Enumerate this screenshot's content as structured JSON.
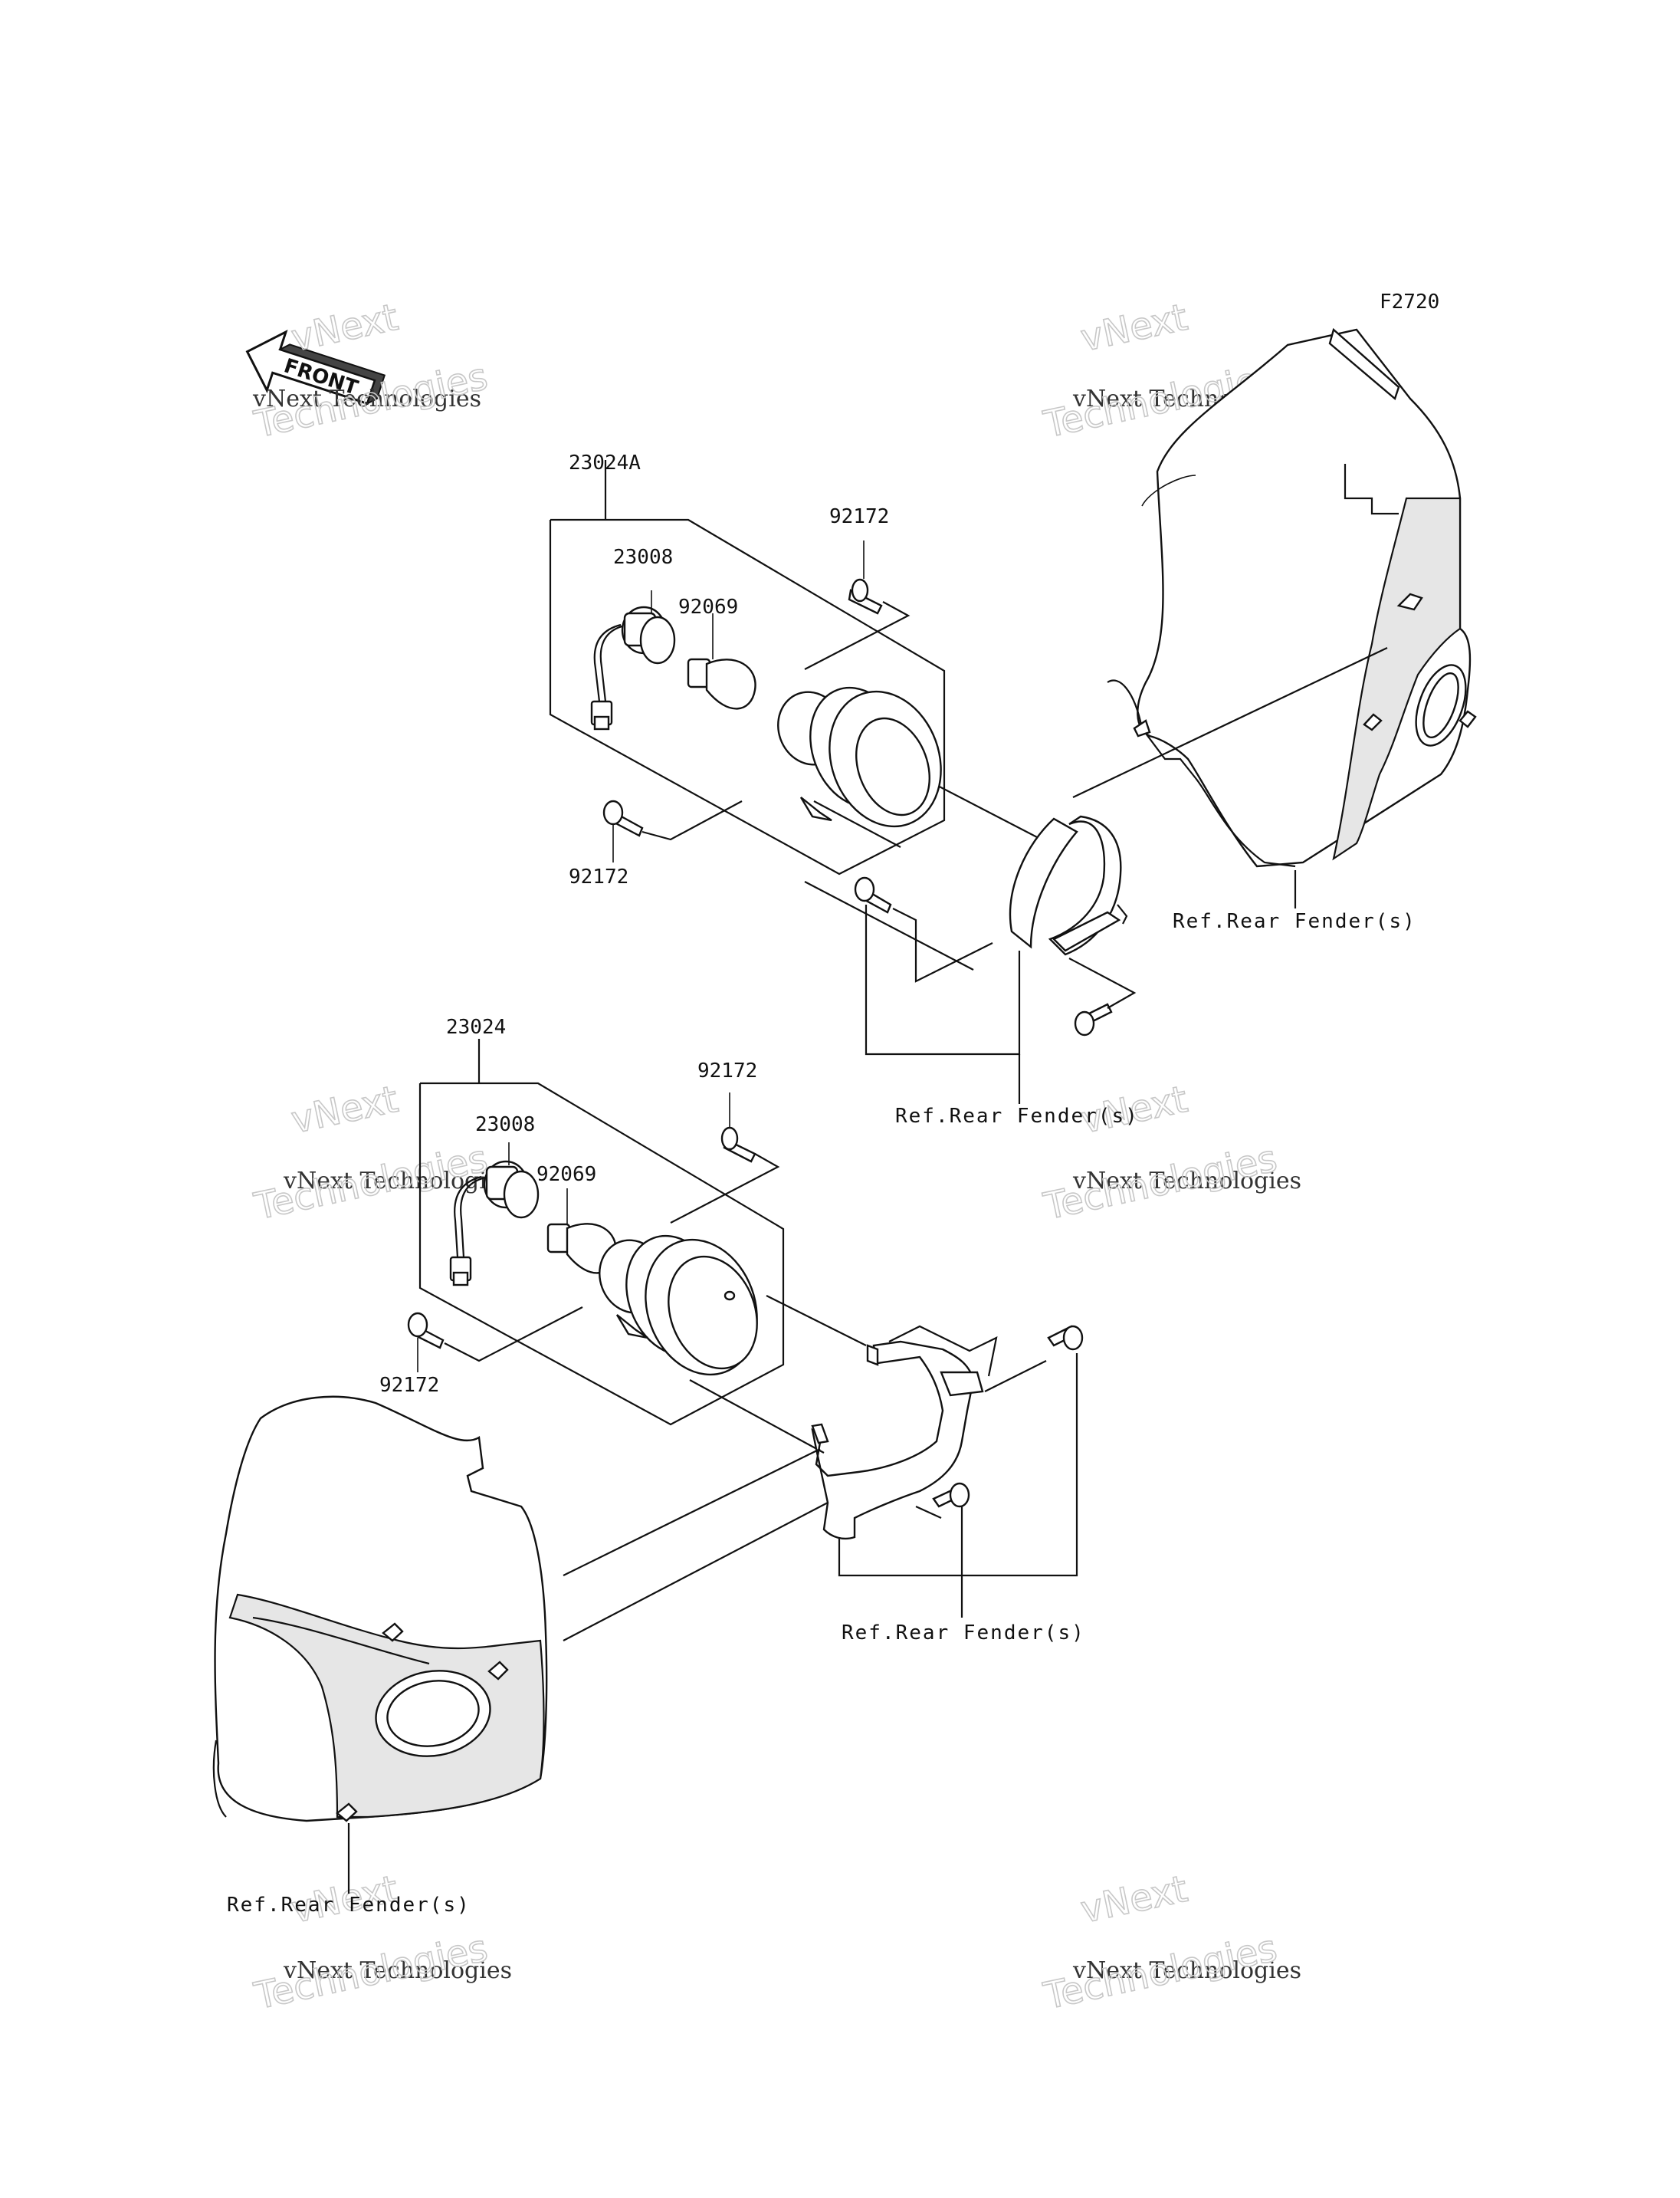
{
  "diagram_code": "F2720",
  "front_label": "FRONT",
  "watermark": {
    "line1": "vNext",
    "line2": "vNext Technologies",
    "line3": "Technologies"
  },
  "upper_assembly": {
    "assembly_part": "23024A",
    "socket_part": "23008",
    "bulb_part": "92069",
    "screw_top_part": "92172",
    "screw_bottom_part": "92172",
    "ref_right": "Ref.Rear Fender(s)",
    "ref_bottom": "Ref.Rear Fender(s)"
  },
  "lower_assembly": {
    "assembly_part": "23024",
    "socket_part": "23008",
    "bulb_part": "92069",
    "screw_top_part": "92172",
    "screw_bottom_part": "92172",
    "ref_bracket": "Ref.Rear Fender(s)",
    "ref_fender": "Ref.Rear Fender(s)"
  }
}
